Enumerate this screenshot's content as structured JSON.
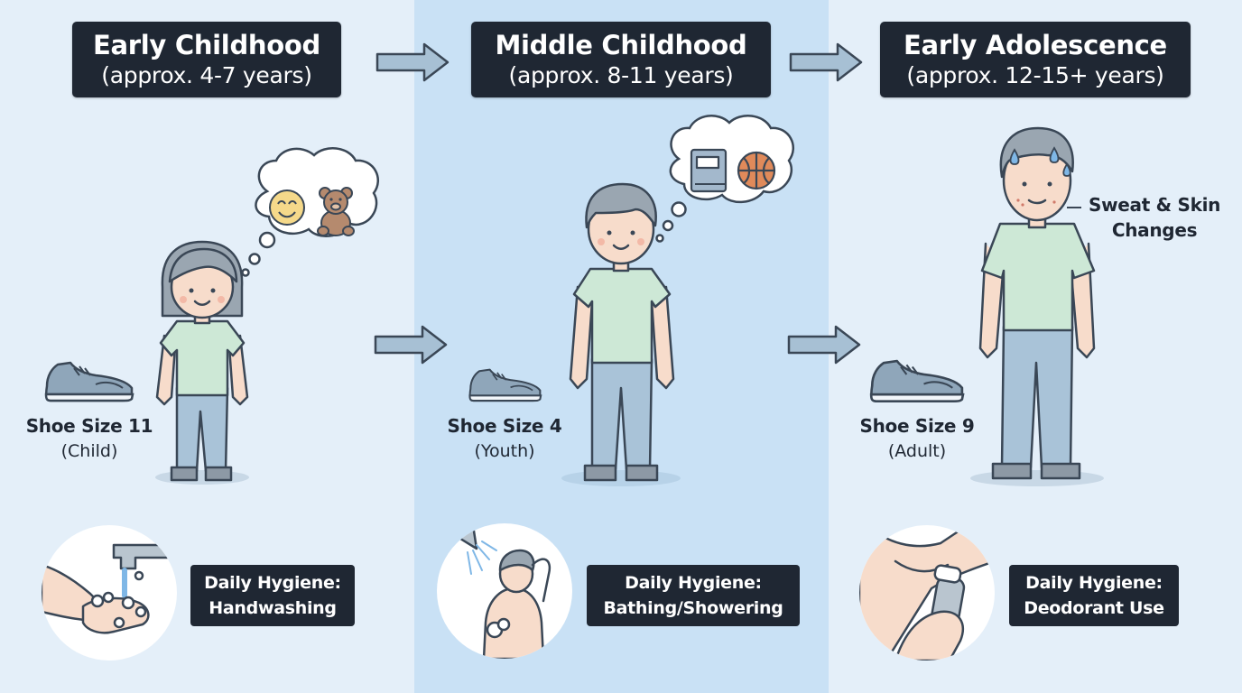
{
  "stages": [
    {
      "title": "Early Childhood",
      "age": "(approx. 4-7 years)",
      "shoe_size": "Shoe Size 11",
      "shoe_category": "(Child)",
      "hygiene_line1": "Daily Hygiene:",
      "hygiene_line2": "Handwashing"
    },
    {
      "title": "Middle Childhood",
      "age": "(approx. 8-11 years)",
      "shoe_size": "Shoe Size 4",
      "shoe_category": "(Youth)",
      "hygiene_line1": "Daily Hygiene:",
      "hygiene_line2": "Bathing/Showering"
    },
    {
      "title": "Early Adolescence",
      "age": "(approx. 12-15+ years)",
      "shoe_size": "Shoe Size 9",
      "shoe_category": "(Adult)",
      "hygiene_line1": "Daily Hygiene:",
      "hygiene_line2": "Deodorant Use"
    }
  ],
  "callout": {
    "line1": "Sweat & Skin",
    "line2": "Changes"
  },
  "colors": {
    "label_bg": "#1f2733",
    "panel_light": "#e4eff9",
    "panel_mid": "#c9e1f5",
    "shirt": "#cde8d6",
    "pants": "#a9c3d8",
    "skin": "#f7dccb",
    "hair": "#9aa6b1",
    "shoe": "#8fa6ba",
    "outline": "#3a4756"
  },
  "icons": [
    "arrow-right-icon",
    "thought-bubble-icon",
    "smiley-icon",
    "teddy-bear-icon",
    "book-icon",
    "basketball-icon",
    "sneaker-icon",
    "shower-icon",
    "faucet-icon",
    "deodorant-icon",
    "sweat-drop-icon"
  ]
}
